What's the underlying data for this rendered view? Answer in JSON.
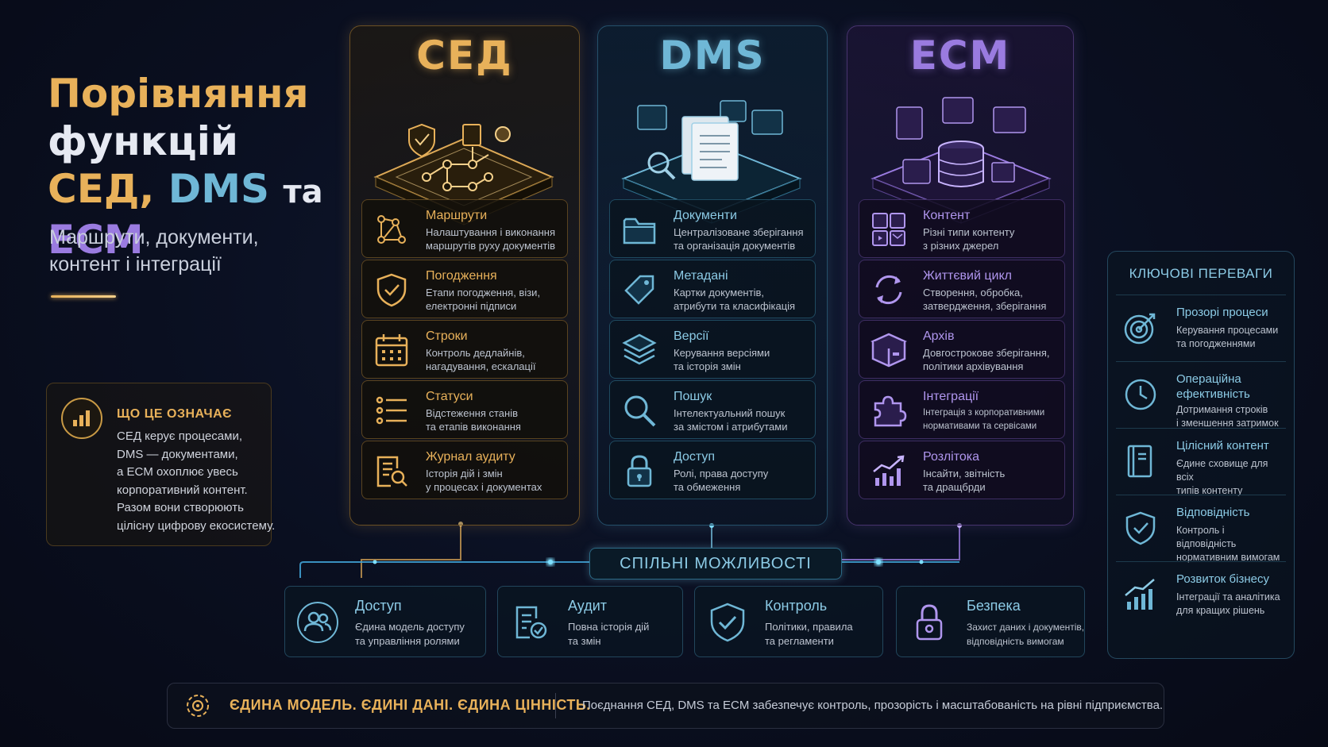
{
  "title": {
    "line1": "Порівняння",
    "line2": "функцій",
    "sed": "СЕД,",
    "dms": "DMS",
    "ta": "та",
    "ecm": "ECM"
  },
  "subtitle": {
    "line1": "Маршрути, документи,",
    "line2": "контент і інтеграції"
  },
  "info": {
    "icon": "bar-chart-icon",
    "title": "ЩО ЦЕ ОЗНАЧАЄ",
    "lines": [
      "СЕД керує процесами,",
      "DMS — документами,",
      "а ECM охоплює увесь",
      "корпоративний контент.",
      "Разом вони створюють",
      "цілісну цифрову екосистему."
    ]
  },
  "columns": {
    "sed": {
      "title": "СЕД",
      "accent": "#e8b15a",
      "rows": [
        {
          "icon": "route-icon",
          "title": "Маршрути",
          "desc1": "Налаштування і виконання",
          "desc2": "маршрутів руху документів"
        },
        {
          "icon": "shield-check-icon",
          "title": "Погодження",
          "desc1": "Етапи погодження, візи,",
          "desc2": "електронні підписи"
        },
        {
          "icon": "calendar-icon",
          "title": "Строки",
          "desc1": "Контроль дедлайнів,",
          "desc2": "нагадування, ескалації"
        },
        {
          "icon": "list-icon",
          "title": "Статуси",
          "desc1": "Відстеження станів",
          "desc2": "та етапів виконання"
        },
        {
          "icon": "audit-log-icon",
          "title": "Журнал аудиту",
          "desc1": "Історія дій і змін",
          "desc2": "у процесах і документах"
        }
      ]
    },
    "dms": {
      "title": "DMS",
      "accent": "#6fb7d6",
      "rows": [
        {
          "icon": "folder-icon",
          "title": "Документи",
          "desc1": "Централізоване зберігання",
          "desc2": "та організація документів"
        },
        {
          "icon": "tag-icon",
          "title": "Метадані",
          "desc1": "Картки документів,",
          "desc2": "атрибути та класифікація"
        },
        {
          "icon": "layers-icon",
          "title": "Версії",
          "desc1": "Керування версіями",
          "desc2": "та історія змін"
        },
        {
          "icon": "search-icon",
          "title": "Пошук",
          "desc1": "Інтелектуальний пошук",
          "desc2": "за змістом і атрибутами"
        },
        {
          "icon": "lock-icon",
          "title": "Доступ",
          "desc1": "Ролі, права доступу",
          "desc2": "та обмеження"
        }
      ]
    },
    "ecm": {
      "title": "ECM",
      "accent": "#9a7be0",
      "rows": [
        {
          "icon": "content-grid-icon",
          "title": "Контент",
          "desc1": "Різні типи контенту",
          "desc2": "з різних джерел"
        },
        {
          "icon": "lifecycle-icon",
          "title": "Життєвий цикл",
          "desc1": "Створення, обробка,",
          "desc2": "затвердження, зберігання"
        },
        {
          "icon": "archive-box-icon",
          "title": "Архів",
          "desc1": "Довгострокове зберігання,",
          "desc2": "політики архівування"
        },
        {
          "icon": "puzzle-icon",
          "title": "Інтеграції",
          "desc1": "Інтеграція з корпоративними",
          "desc2": "нормативами та сервісами"
        },
        {
          "icon": "analytics-chart-icon",
          "title": "Розлітока",
          "desc1": "Інсайти, звітність",
          "desc2": "та дращбрди"
        }
      ]
    }
  },
  "advantages": {
    "title": "КЛЮЧОВІ ПЕРЕВАГИ",
    "items": [
      {
        "icon": "target-icon",
        "name1": "Прозорі процеси",
        "name2": "",
        "desc1": "Керування процесами",
        "desc2": "та погодженнями"
      },
      {
        "icon": "clock-icon",
        "name1": "Операційна",
        "name2": "ефективність",
        "desc1": "Дотримання строків",
        "desc2": "і зменшення затримок"
      },
      {
        "icon": "book-icon",
        "name1": "Цілісний контент",
        "name2": "",
        "desc1": "Єдине сховище для всіх",
        "desc2": "типів контенту"
      },
      {
        "icon": "shield-check-icon",
        "name1": "Відповідність",
        "name2": "",
        "desc1": "Контроль і відповідність",
        "desc2": "нормативним вимогам"
      },
      {
        "icon": "growth-chart-icon",
        "name1": "Розвиток бізнесу",
        "name2": "",
        "desc1": "Інтеграції та аналітика",
        "desc2": "для кращих рішень"
      }
    ]
  },
  "common": {
    "label": "СПІЛЬНІ МОЖЛИВОСТІ",
    "cards": [
      {
        "icon": "users-icon",
        "title": "Доступ",
        "desc1": "Єдина модель доступу",
        "desc2": "та управління ролями"
      },
      {
        "icon": "document-check-icon",
        "title": "Аудит",
        "desc1": "Повна історія дій",
        "desc2": "та змін"
      },
      {
        "icon": "shield-check-icon",
        "title": "Контроль",
        "desc1": "Політики, правила",
        "desc2": "та регламенти"
      },
      {
        "icon": "padlock-icon",
        "title": "Безпека",
        "desc1": "Захист даних і документів,",
        "desc2": "відповідність вимогам"
      }
    ]
  },
  "footer": {
    "icon": "target-gear-icon",
    "slogan": "ЄДИНА МОДЕЛЬ. ЄДИНІ ДАНІ. ЄДИНА ЦІННІСТЬ.",
    "text": "Поєднання СЕД, DMS та ECM забезпечує контроль, прозорість і масштабованість на рівні підприємства."
  }
}
